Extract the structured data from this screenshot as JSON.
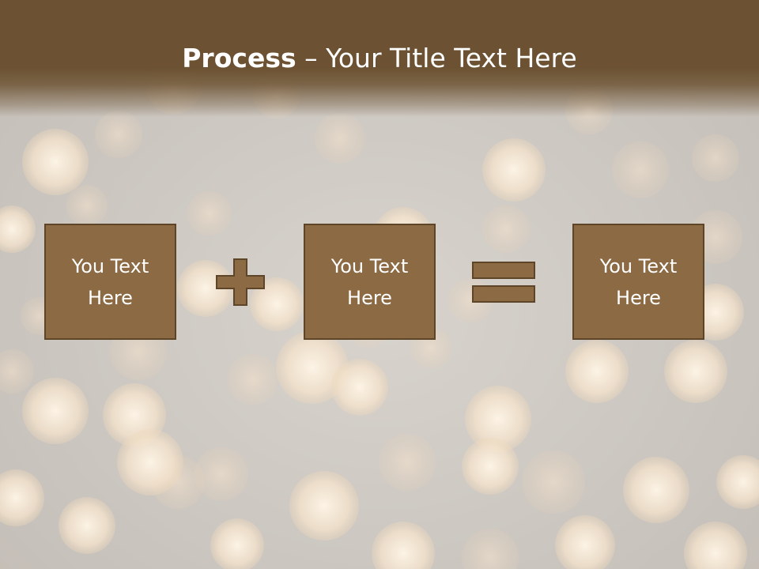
{
  "title": {
    "bold": "Process",
    "rest": " – Your Title Text Here"
  },
  "process": {
    "boxes": [
      {
        "label": "You Text Here"
      },
      {
        "label": "You Text Here"
      },
      {
        "label": "You Text Here"
      }
    ],
    "operators": [
      "plus",
      "equals"
    ]
  },
  "colors": {
    "header": "#6c5232",
    "box_fill": "#8c6a44",
    "box_border": "#5e4528",
    "text": "#ffffff"
  }
}
